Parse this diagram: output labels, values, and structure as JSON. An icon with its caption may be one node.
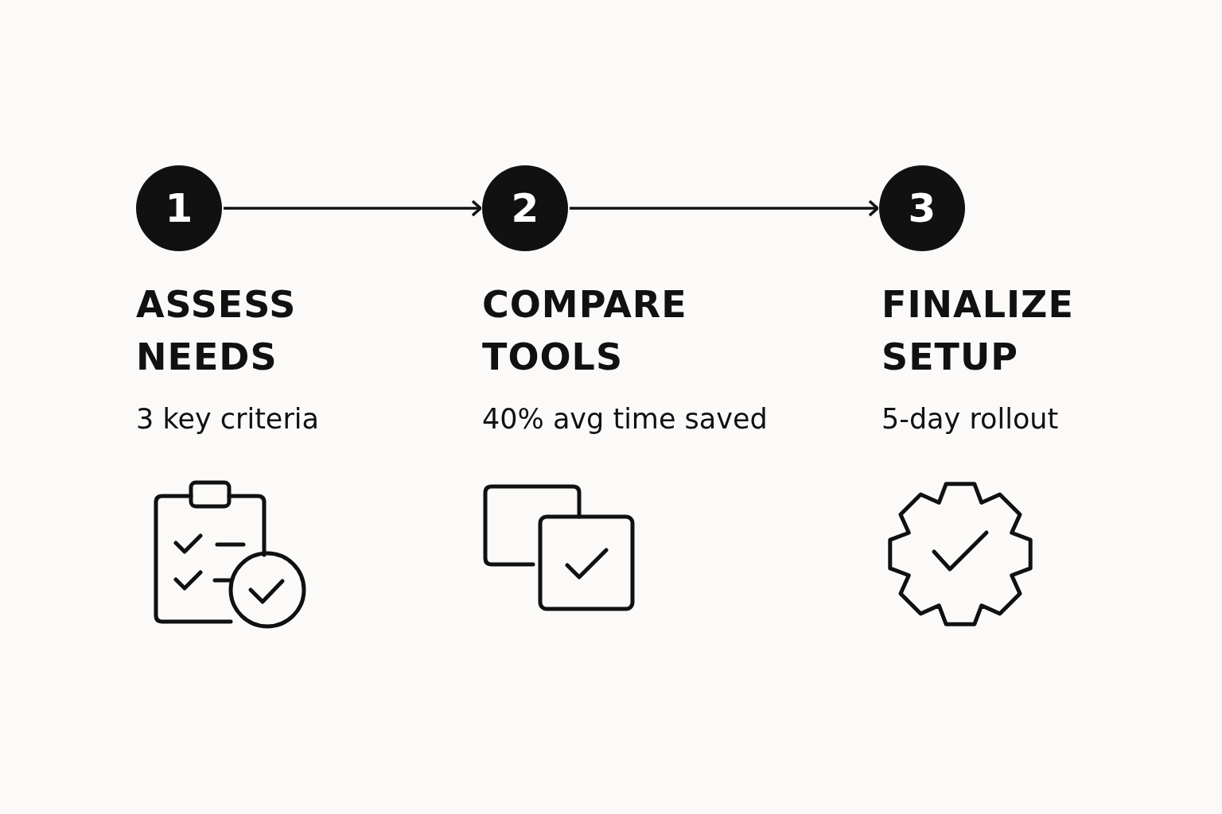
{
  "diagram": {
    "nodes": [
      {
        "text": [
          "1"
        ],
        "beside": [
          "ASSESS NEEDS",
          "3 key criteria"
        ]
      },
      {
        "text": [
          "2"
        ],
        "beside": [
          "COMPARE TOOLS",
          "40% avg time saved"
        ]
      },
      {
        "text": [
          "3"
        ],
        "beside": [
          "FINALIZE SETUP",
          "5-day rollout"
        ]
      }
    ],
    "edges": [
      {
        "from": 0,
        "to": 1,
        "arrow": "to"
      },
      {
        "from": 1,
        "to": 2,
        "arrow": "to"
      }
    ]
  }
}
